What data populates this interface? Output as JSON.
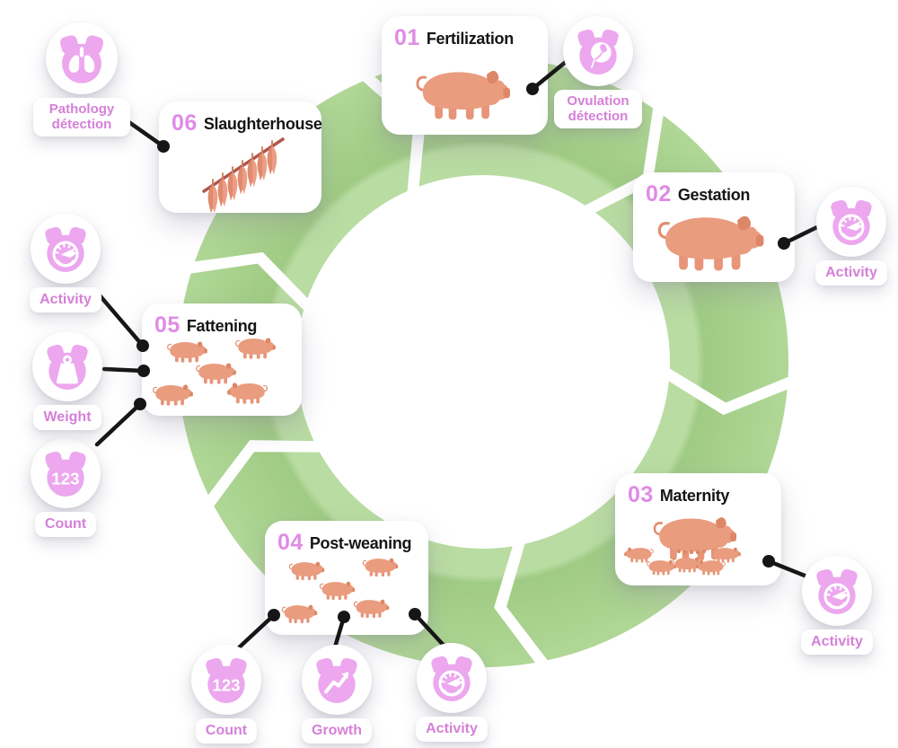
{
  "stages": [
    {
      "number": "01",
      "title": "Fertilization"
    },
    {
      "number": "02",
      "title": "Gestation"
    },
    {
      "number": "03",
      "title": "Maternity"
    },
    {
      "number": "04",
      "title": "Post-weaning"
    },
    {
      "number": "05",
      "title": "Fattening"
    },
    {
      "number": "06",
      "title": "Slaughterhouse"
    }
  ],
  "badges": [
    {
      "label": "Ovulation détection"
    },
    {
      "label": "Activity"
    },
    {
      "label": "Activity"
    },
    {
      "label": "Activity"
    },
    {
      "label": "Growth"
    },
    {
      "label": "Count"
    },
    {
      "label": "Count"
    },
    {
      "label": "Weight"
    },
    {
      "label": "Activity"
    },
    {
      "label": "Pathology détection"
    }
  ],
  "icons": {
    "count_text": "123"
  },
  "colors": {
    "ring_green": "#a7d18b",
    "ring_green_light": "#b9dca2",
    "badge_pink": "#eca7ee",
    "label_pink": "#d580d8",
    "number_pink": "#e08be5",
    "title_black": "#151515",
    "pig_salmon": "#ea9c7f",
    "pig_dark": "#dd8767",
    "connector_black": "#161616",
    "rail_red": "#b0574b"
  }
}
